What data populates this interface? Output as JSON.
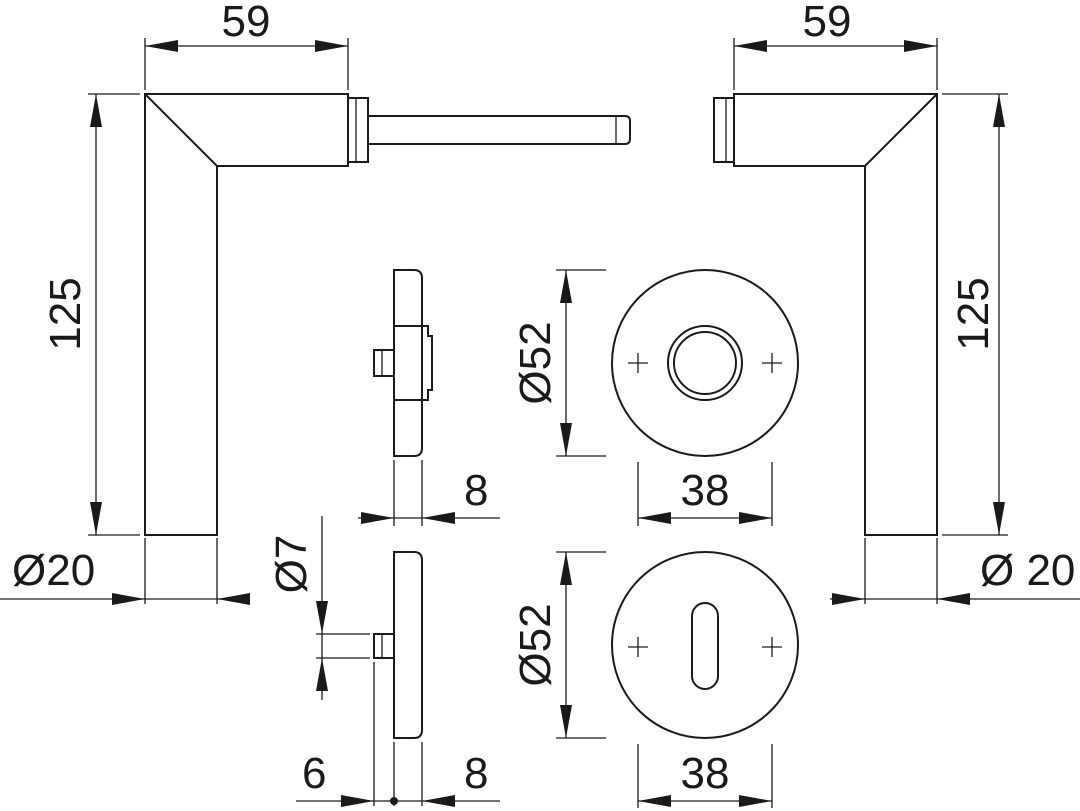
{
  "dimensions": {
    "left_handle_width": "59",
    "right_handle_width": "59",
    "left_handle_height": "125",
    "right_handle_height": "125",
    "left_handle_diameter": "Ø20",
    "right_handle_diameter": "Ø 20",
    "rosette_side_thickness": "8",
    "rosette_top_diameter": "Ø52",
    "rosette_top_hole_spacing": "38",
    "escutcheon_pin_diameter": "Ø7",
    "escutcheon_pin_length": "6",
    "escutcheon_thickness": "8",
    "rosette_bottom_diameter": "Ø52",
    "rosette_bottom_hole_spacing": "38"
  }
}
